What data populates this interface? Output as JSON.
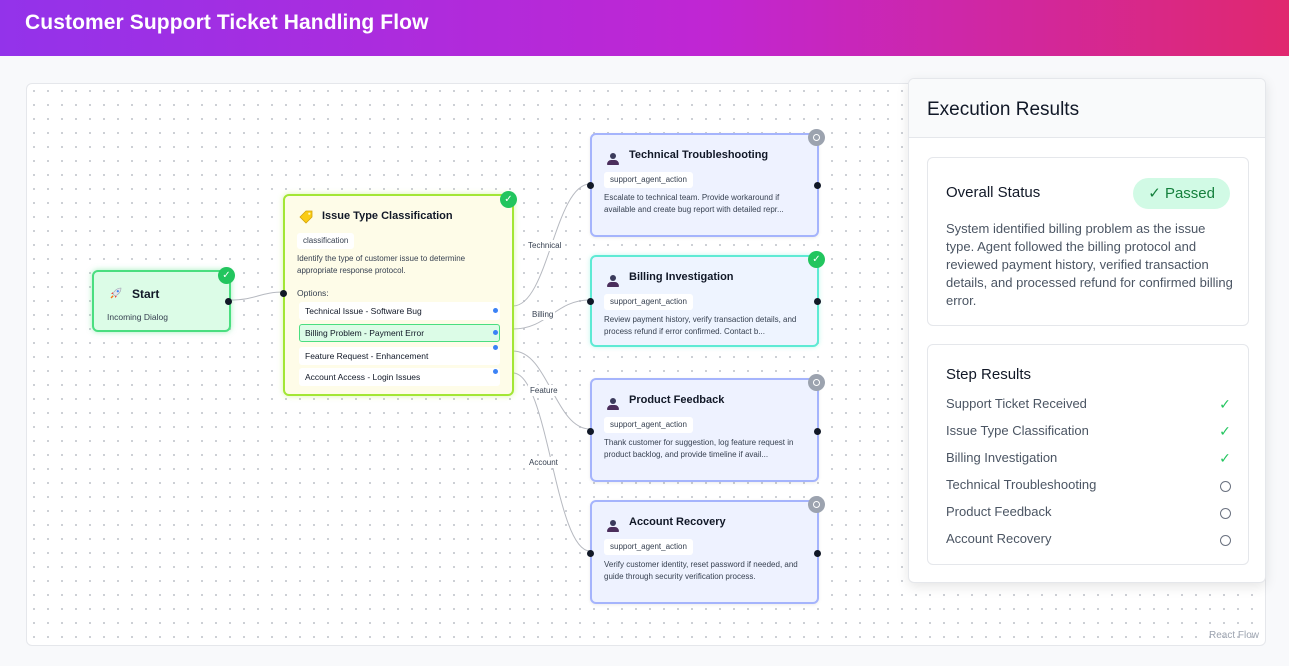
{
  "header": {
    "title": "Customer Support Ticket Handling Flow"
  },
  "flow": {
    "start": {
      "icon": "rocket-icon",
      "title": "Start",
      "subtitle": "Incoming Dialog"
    },
    "classification": {
      "icon": "tag-icon",
      "title": "Issue Type Classification",
      "tag": "classification",
      "description": "Identify the type of customer issue to determine appropriate response protocol.",
      "options_label": "Options:",
      "options": [
        {
          "label": "Technical Issue - Software Bug",
          "selected": false
        },
        {
          "label": "Billing Problem - Payment Error",
          "selected": true
        },
        {
          "label": "Feature Request - Enhancement",
          "selected": false
        },
        {
          "label": "Account Access - Login Issues",
          "selected": false
        }
      ]
    },
    "edge_labels": [
      "Technical",
      "Billing",
      "Feature",
      "Account"
    ],
    "agents": [
      {
        "title": "Technical Troubleshooting",
        "tag": "support_agent_action",
        "description": "Escalate to technical team. Provide workaround if available and create bug report with detailed repr...",
        "status": "pending"
      },
      {
        "title": "Billing Investigation",
        "tag": "support_agent_action",
        "description": "Review payment history, verify transaction details, and process refund if error confirmed. Contact b...",
        "status": "done"
      },
      {
        "title": "Product Feedback",
        "tag": "support_agent_action",
        "description": "Thank customer for suggestion, log feature request in product backlog, and provide timeline if avail...",
        "status": "pending"
      },
      {
        "title": "Account Recovery",
        "tag": "support_agent_action",
        "description": "Verify customer identity, reset password if needed, and guide through security verification process.",
        "status": "pending"
      }
    ],
    "attribution": "React Flow"
  },
  "results": {
    "title": "Execution Results",
    "overall": {
      "title": "Overall Status",
      "badge": "✓ Passed",
      "description": "System identified billing problem as the issue type. Agent followed the billing protocol and reviewed payment history, verified transaction details, and processed refund for confirmed billing error."
    },
    "steps_title": "Step Results",
    "steps": [
      {
        "name": "Support Ticket Received",
        "status": "passed",
        "mark": "✓"
      },
      {
        "name": "Issue Type Classification",
        "status": "passed",
        "mark": "✓"
      },
      {
        "name": "Billing Investigation",
        "status": "passed",
        "mark": "✓"
      },
      {
        "name": "Technical Troubleshooting",
        "status": "pending",
        "mark": "○"
      },
      {
        "name": "Product Feedback",
        "status": "pending",
        "mark": "○"
      },
      {
        "name": "Account Recovery",
        "status": "pending",
        "mark": "○"
      }
    ]
  },
  "colors": {
    "header_gradient": [
      "#9333ea",
      "#c026d3",
      "#e0286f"
    ],
    "success": "#22c55e",
    "pending": "#9ca3af",
    "option_handle": "#3b82f6"
  }
}
